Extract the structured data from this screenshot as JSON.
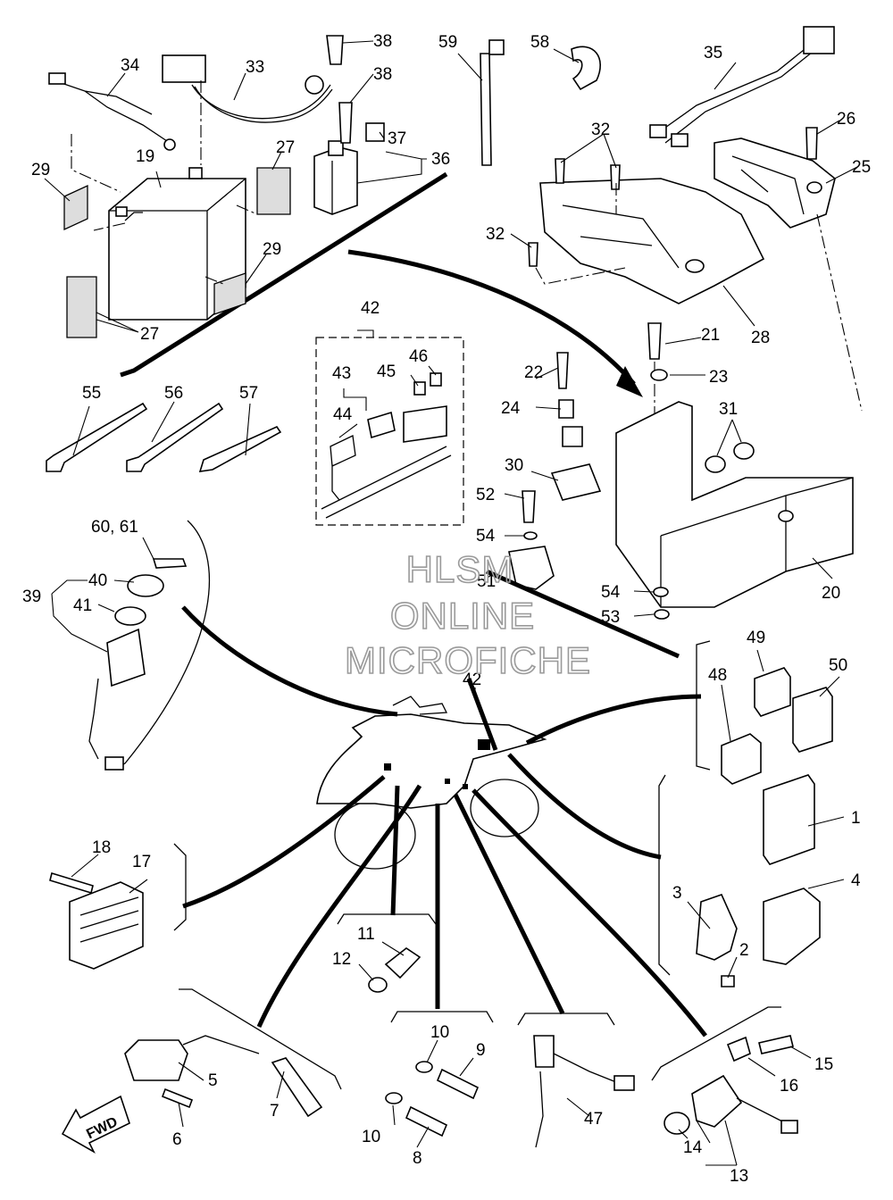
{
  "watermark": {
    "line1": "HLSM",
    "line2": "ONLINE",
    "line3": "MICROFICHE"
  },
  "direction_arrow": {
    "label": "FWD"
  },
  "callouts": {
    "c1": "1",
    "c2": "2",
    "c3": "3",
    "c4": "4",
    "c5": "5",
    "c6": "6",
    "c7": "7",
    "c8": "8",
    "c9": "9",
    "c10a": "10",
    "c10b": "10",
    "c11": "11",
    "c12": "12",
    "c13": "13",
    "c14": "14",
    "c15": "15",
    "c16": "16",
    "c17": "17",
    "c18": "18",
    "c19": "19",
    "c20": "20",
    "c21": "21",
    "c22": "22",
    "c23": "23",
    "c24": "24",
    "c25": "25",
    "c26": "26",
    "c27a": "27",
    "c27b": "27",
    "c28": "28",
    "c29a": "29",
    "c29b": "29",
    "c30": "30",
    "c31": "31",
    "c32a": "32",
    "c32b": "32",
    "c33": "33",
    "c34": "34",
    "c35": "35",
    "c36": "36",
    "c37": "37",
    "c38a": "38",
    "c38b": "38",
    "c39": "39",
    "c40": "40",
    "c41": "41",
    "c42a": "42",
    "c42b": "42",
    "c43": "43",
    "c44": "44",
    "c45": "45",
    "c46": "46",
    "c47": "47",
    "c48": "48",
    "c49": "49",
    "c50": "50",
    "c51": "51",
    "c52": "52",
    "c53": "53",
    "c54a": "54",
    "c54b": "54",
    "c55": "55",
    "c56": "56",
    "c57": "57",
    "c58": "58",
    "c59": "59",
    "c6061": "60, 61"
  }
}
